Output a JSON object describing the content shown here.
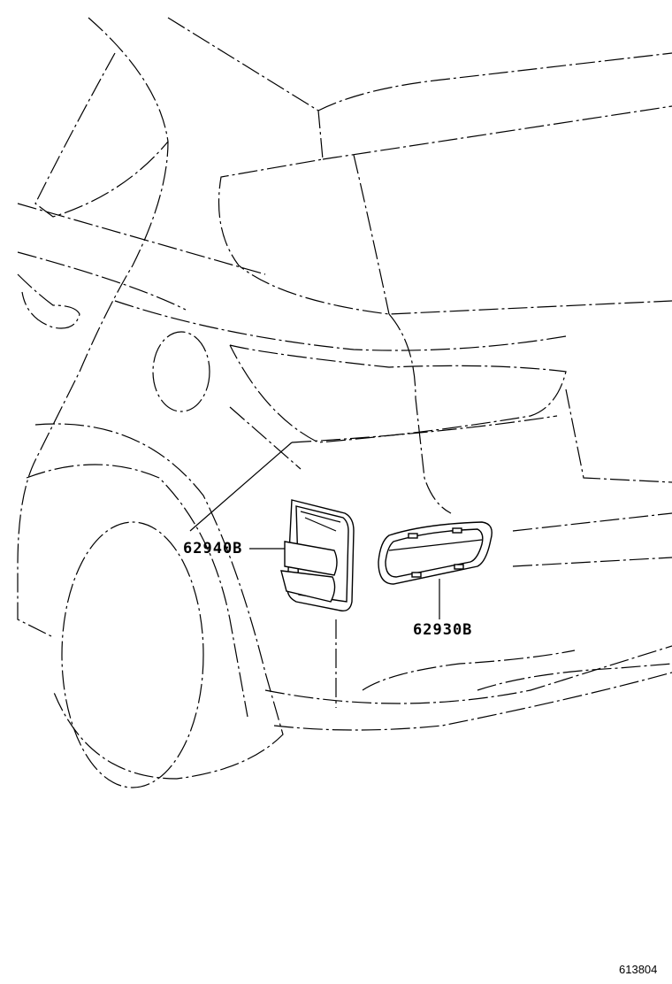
{
  "diagram": {
    "parts": [
      {
        "part_number": "62940B",
        "name_icon": "quarter-vent-duct-left"
      },
      {
        "part_number": "62930B",
        "name_icon": "quarter-vent-duct-right"
      }
    ],
    "figure_id": "613804",
    "line_color": "#000000",
    "background": "#ffffff"
  }
}
